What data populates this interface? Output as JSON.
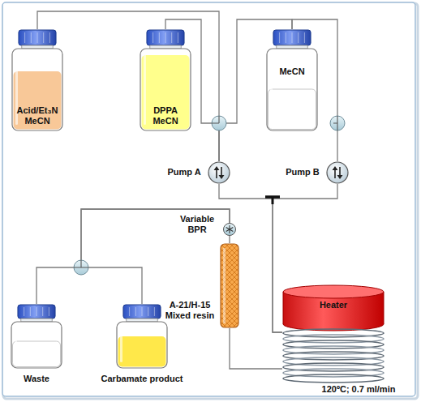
{
  "diagram": {
    "nodes": [
      {
        "text": [
          "Acid/Et₃N MeCN"
        ]
      },
      {
        "text": [
          "DPPA MeCN"
        ]
      },
      {
        "text": [
          "MeCN"
        ]
      },
      {
        "text": [
          "Pump A"
        ]
      },
      {
        "text": [
          "Pump B"
        ]
      },
      {
        "text": [
          "Variable BPR"
        ]
      },
      {
        "text": [
          "A-21/H-15 Mixed resin"
        ]
      },
      {
        "text": [
          "Heater",
          "120ºC; 0.7 ml/min"
        ]
      },
      {
        "text": [
          "Waste"
        ]
      },
      {
        "text": [
          "Carbamate product"
        ]
      }
    ],
    "edges": [
      {
        "from": 0,
        "to": 3,
        "arrow": "none"
      },
      {
        "from": 1,
        "to": 3,
        "arrow": "none"
      },
      {
        "from": 2,
        "to": 3,
        "arrow": "none"
      },
      {
        "from": 2,
        "to": 4,
        "arrow": "none"
      },
      {
        "from": 3,
        "to": 7,
        "arrow": "none"
      },
      {
        "from": 4,
        "to": 7,
        "arrow": "none"
      },
      {
        "from": 7,
        "to": 6,
        "arrow": "none"
      },
      {
        "from": 6,
        "to": 5,
        "arrow": "none"
      },
      {
        "from": 5,
        "to": 8,
        "arrow": "none"
      },
      {
        "from": 5,
        "to": 9,
        "arrow": "none"
      }
    ]
  }
}
